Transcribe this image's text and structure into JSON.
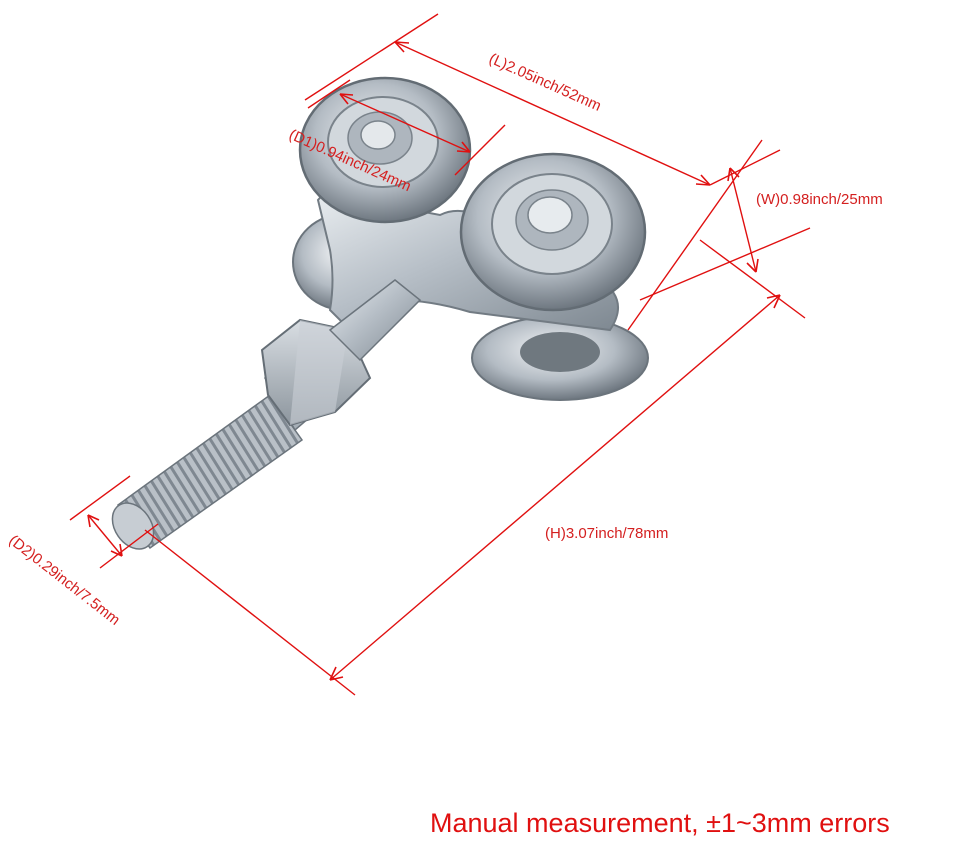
{
  "image": {
    "subject": "double-wheel sliding gate roller with threaded bolt",
    "colors": {
      "dimension_red": "#e01010",
      "metal": "#b9c1c9",
      "background": "#ffffff"
    }
  },
  "dimensions": {
    "length": "(L)2.05inch/52mm",
    "d1": "(D1)0.94inch/24mm",
    "width": "(W)0.98inch/25mm",
    "height": "(H)3.07inch/78mm",
    "d2": "(D2)0.29inch/7.5mm"
  },
  "note": "Manual measurement,  ±1~3mm errors"
}
